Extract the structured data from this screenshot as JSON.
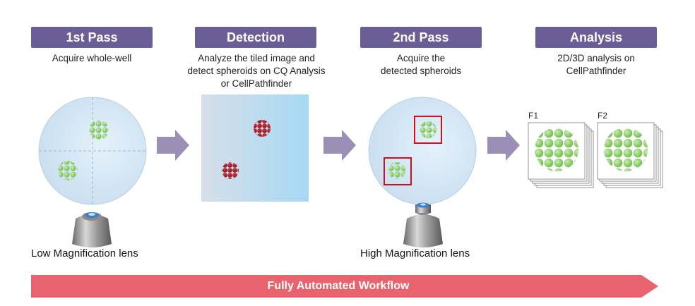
{
  "steps": [
    {
      "title": "1st Pass",
      "desc": [
        "Acquire whole-well"
      ]
    },
    {
      "title": "Detection",
      "desc": [
        "Analyze the tiled image and",
        "detect spheroids on CQ Analysis",
        "or CellPathfinder"
      ]
    },
    {
      "title": "2nd Pass",
      "desc": [
        "Acquire the",
        "detected spheroids"
      ]
    },
    {
      "title": "Analysis",
      "desc": [
        "2D/3D analysis on",
        "CellPathfinder"
      ]
    }
  ],
  "lenses": {
    "low": "Low Magnification lens",
    "high": "High Magnification lens"
  },
  "analysis_cards": [
    "F1",
    "F2"
  ],
  "footer": "Fully Automated Workflow",
  "colors": {
    "header_bg": "#6b5d96",
    "arrow": "#9b8fb8",
    "flow_bar": "#e8636e",
    "spheroid_green": "#7cc35a",
    "spheroid_red": "#a3141f",
    "highlight_box": "#d0101a"
  }
}
